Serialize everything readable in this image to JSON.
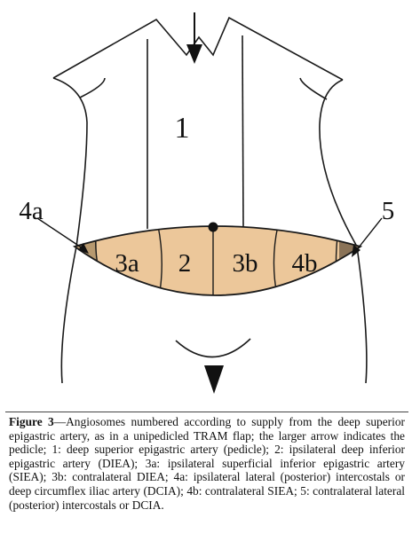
{
  "figure": {
    "regions": [
      {
        "id": "1",
        "label": "1"
      },
      {
        "id": "3a",
        "label": "3a"
      },
      {
        "id": "2",
        "label": "2"
      },
      {
        "id": "3b",
        "label": "3b"
      },
      {
        "id": "4b",
        "label": "4b"
      }
    ],
    "callouts": [
      {
        "id": "4a",
        "label": "4a"
      },
      {
        "id": "5",
        "label": "5"
      }
    ],
    "colors": {
      "flap_fill": "#ecc79a",
      "zone4a_fill": "#b7996f",
      "zone5_fill": "#8a7358",
      "outline": "#1a1a1a"
    }
  },
  "caption": {
    "lead": "Figure 3",
    "text": "—Angiosomes numbered according to supply from the deep superior epigastric artery, as in a unipedicled TRAM flap; the larger arrow indicates the pedicle; 1: deep superior epigastric artery (pedicle); 2: ipsilateral deep inferior epigastric artery (DIEA); 3a: ipsilateral superficial inferior epigastric artery (SIEA); 3b: contralateral DIEA; 4a: ipsilateral lateral (posterior) intercostals or deep circumflex iliac artery (DCIA); 4b: contralateral SIEA; 5: contralateral lateral (posterior) intercostals or DCIA."
  }
}
